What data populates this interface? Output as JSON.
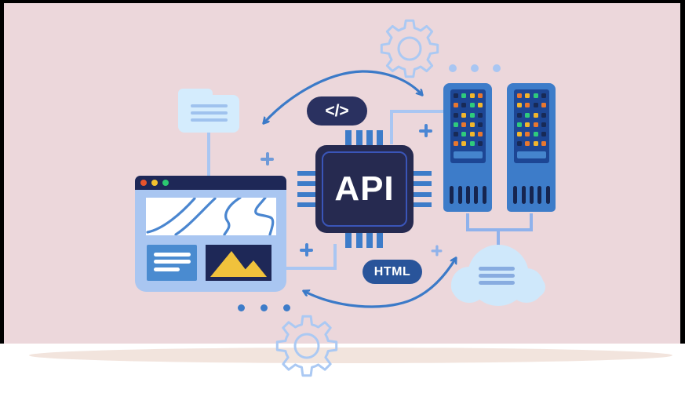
{
  "illustration": {
    "title": "API integration illustration",
    "labels": {
      "chip": "API",
      "code_badge": "</>",
      "html_badge": "HTML"
    },
    "colors": {
      "background": "#ecd7db",
      "frame": "#000000",
      "ground": "#f2e4dd",
      "navy": "#262a50",
      "titlebar_navy": "#1e2857",
      "medium_blue": "#3d7cc9",
      "bright_blue": "#4a86d0",
      "light_periwinkle": "#a9c6f2",
      "pale_blue": "#d4ecfd",
      "cloud_blue": "#cfe8fb",
      "code_badge_navy": "#2a3160",
      "html_badge_blue": "#29549a",
      "server_panel_blue": "#1d4694",
      "arrow_blue": "#3b7ac8",
      "mountain_yellow": "#f0c23c",
      "traffic_red": "#e8542c",
      "traffic_yellow": "#f2c12e",
      "traffic_green": "#2bc871"
    },
    "browser": {
      "traffic_lights": [
        "red",
        "yellow",
        "green"
      ],
      "text_line_count": 3
    },
    "folder": {
      "line_count": 3
    },
    "cloud": {
      "line_count": 3
    },
    "servers": {
      "led_palette": {
        "n": "#182a56",
        "g": "#2fcb7c",
        "y": "#f2b62c",
        "o": "#e8772e"
      },
      "rack1_leds": [
        [
          "n",
          "g",
          "y",
          "o"
        ],
        [
          "o",
          "n",
          "g",
          "y"
        ],
        [
          "n",
          "y",
          "g",
          "n"
        ],
        [
          "g",
          "o",
          "y",
          "n"
        ],
        [
          "n",
          "g",
          "y",
          "o"
        ],
        [
          "o",
          "y",
          "g",
          "n"
        ]
      ],
      "rack2_leds": [
        [
          "o",
          "y",
          "g",
          "n"
        ],
        [
          "y",
          "o",
          "n",
          "o"
        ],
        [
          "n",
          "g",
          "y",
          "n"
        ],
        [
          "g",
          "y",
          "o",
          "n"
        ],
        [
          "y",
          "o",
          "g",
          "n"
        ],
        [
          "n",
          "o",
          "y",
          "o"
        ]
      ],
      "vents_per_rack": 5
    }
  }
}
